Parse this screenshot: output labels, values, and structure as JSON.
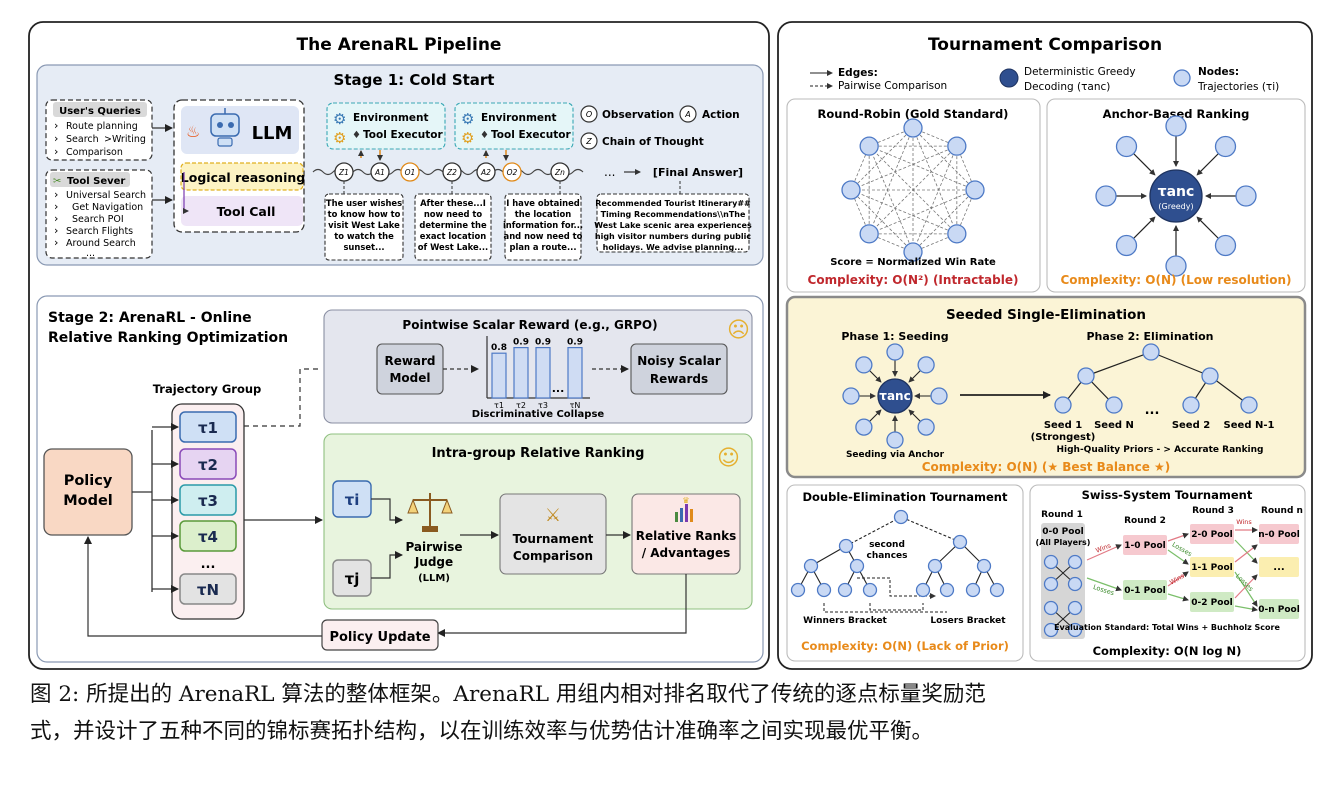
{
  "left_panel": {
    "title": "The ArenaRL Pipeline",
    "stage1": {
      "title": "Stage 1: Cold Start",
      "queries_title": "User's Queries",
      "queries": [
        "Route planning",
        "Search",
        ">Writing",
        "Comparison"
      ],
      "tools_title": "Tool Sever",
      "tools": [
        "Universal Search",
        "Get Navigation",
        "Search POI",
        "Search Flights",
        "Around Search",
        "..."
      ],
      "llm_label": "LLM",
      "reasoning_label": "Logical reasoning",
      "toolcall_label": "Tool Call",
      "env_label": "Environment",
      "executor_label": "Tool Executor",
      "legend_observation": "Observation",
      "legend_action": "Action",
      "legend_cot": "Chain of Thought",
      "final_answer": "[Final Answer]",
      "ellipsis": "...",
      "nodes": [
        "Z1",
        "A1",
        "O1",
        "Z2",
        "A2",
        "O2",
        "Zn"
      ],
      "thoughts": [
        [
          "The user wishes",
          "to know how to",
          "visit West Lake",
          "to watch the",
          "sunset..."
        ],
        [
          "After these...I",
          "now need to",
          "determine the",
          "exact location",
          "of West Lake..."
        ],
        [
          "I have obtained",
          "the location",
          "information for...",
          "and now need to",
          "plan a route..."
        ],
        [
          "Recommended Tourist Itinerary##",
          "Timing Recommendations\\\\nThe",
          "West Lake scenic area experiences",
          "high visitor numbers during public",
          "holidays. We advise planning..."
        ]
      ]
    },
    "stage2": {
      "title_line1": "Stage 2: ArenaRL - Online",
      "title_line2": "Relative Ranking Optimization",
      "policy_line1": "Policy",
      "policy_line2": "Model",
      "group_label": "Trajectory Group",
      "trajectories": [
        "τ1",
        "τ2",
        "τ3",
        "τ4",
        "...",
        "τN"
      ],
      "pointwise_title": "Pointwise Scalar Reward (e.g., GRPO)",
      "reward_model_line1": "Reward",
      "reward_model_line2": "Model",
      "noisy_line1": "Noisy Scalar",
      "noisy_line2": "Rewards",
      "collapse_label": "Discriminative Collapse",
      "bar_labels": [
        "τ1",
        "τ2",
        "τ3",
        "τN"
      ],
      "bar_values": [
        0.8,
        0.9,
        0.9,
        0.9
      ],
      "bar_ellipsis": "...",
      "intra_title": "Intra-group Relative Ranking",
      "tau_i": "τi",
      "tau_j": "τj",
      "judge_line1": "Pairwise",
      "judge_line2": "Judge",
      "judge_line3": "(LLM)",
      "tournament_line1": "Tournament",
      "tournament_line2": "Comparison",
      "ranks_line1": "Relative Ranks",
      "ranks_line2": "/ Advantages",
      "policy_update": "Policy Update"
    }
  },
  "right_panel": {
    "title": "Tournament Comparison",
    "legend_edges_title": "Edges:",
    "legend_edges_desc": "Pairwise Comparison",
    "legend_greedy_line1": "Deterministic Greedy",
    "legend_greedy_line2": "Decoding (τanc)",
    "legend_nodes_title": "Nodes:",
    "legend_nodes_desc": "Trajectories (τi)",
    "round_robin": {
      "title": "Round-Robin (Gold Standard)",
      "score": "Score = Normalized Win Rate",
      "complexity": "Complexity: O(N²) (Intractable)"
    },
    "anchor": {
      "title": "Anchor-Based Ranking",
      "center_label": "τanc",
      "center_sub": "(Greedy)",
      "complexity": "Complexity: O(N) (Low resolution)"
    },
    "seeded": {
      "title": "Seeded Single-Elimination",
      "phase1": "Phase 1: Seeding",
      "phase2": "Phase 2: Elimination",
      "seeding_via": "Seeding via Anchor",
      "center_label": "τanc",
      "seeds": [
        "Seed 1",
        "Seed N",
        "Seed 2",
        "Seed N-1"
      ],
      "strongest": "(Strongest)",
      "ellipsis": "...",
      "priors": "High-Quality Priors - > Accurate Ranking",
      "complexity": "Complexity: O(N) (★ Best Balance ★)"
    },
    "double": {
      "title": "Double-Elimination Tournament",
      "second_line1": "second",
      "second_line2": "chances",
      "winners": "Winners Bracket",
      "losers": "Losers Bracket",
      "complexity": "Complexity: O(N) (Lack of Prior)"
    },
    "swiss": {
      "title": "Swiss-System Tournament",
      "round1": "Round 1",
      "round2": "Round 2",
      "round3": "Round 3",
      "roundn": "Round n",
      "pool00_line1": "0-0 Pool",
      "pool00_line2": "(All Players)",
      "pool10": "1-0 Pool",
      "pool01": "0-1 Pool",
      "pool20": "2-0 Pool",
      "pool11": "1-1 Pool",
      "pool02": "0-2 Pool",
      "pooln0": "n-0 Pool",
      "pool0n": "0-n Pool",
      "ellipsis": "...",
      "wins": "Wins",
      "losses": "Losses",
      "eval": "Evaluation Standard: Total Wins + Buchholz Score",
      "complexity": "Complexity: O(N log N)"
    }
  },
  "caption": {
    "line1": "图 2: 所提出的 ArenaRL 算法的整体框架。ArenaRL 用组内相对排名取代了传统的逐点标量奖励范",
    "line2": "式，并设计了五种不同的锦标赛拓扑结构，以在训练效率与优势估计准确率之间实现最优平衡。"
  },
  "colors": {
    "stage_bg": "#e6ecf5",
    "green_bg": "#e8f4de",
    "seeded_bg": "#fbf4d6",
    "node_fill": "#c9d9f4",
    "node_stroke": "#4e7ac6",
    "anchor_fill": "#2f4f8f",
    "complexity_red": "#c0282d",
    "complexity_orange": "#e88a1a"
  }
}
